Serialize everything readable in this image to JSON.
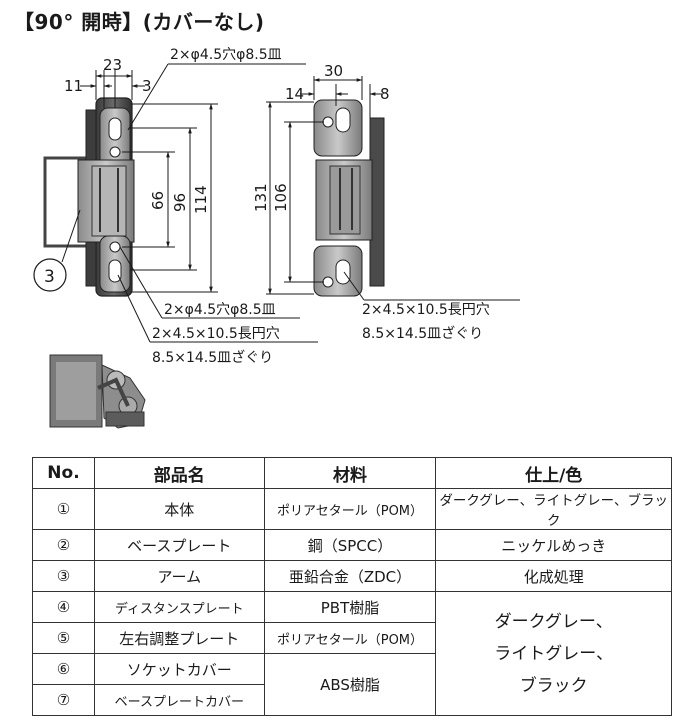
{
  "title": "【90° 開時】(カバーなし)",
  "dims": {
    "d11": "11",
    "d23": "23",
    "d3": "3",
    "d30": "30",
    "d14": "14",
    "d8": "8",
    "d66": "66",
    "d96": "96",
    "d114": "114",
    "d131": "131",
    "d106": "106"
  },
  "notes": {
    "top_holes": "2×φ4.5穴φ8.5皿",
    "bottom_holes": "2×φ4.5穴φ8.5皿",
    "slot_left_1": "2×4.5×10.5長円穴",
    "slot_left_2": "8.5×14.5皿ざぐり",
    "slot_right_1": "2×4.5×10.5長円穴",
    "slot_right_2": "8.5×14.5皿ざぐり",
    "callout": "3"
  },
  "table": {
    "headers": [
      "No.",
      "部品名",
      "材料",
      "仕上/色"
    ],
    "rows": [
      {
        "no": "①",
        "name": "本体",
        "material": "ポリアセタール（POM）",
        "finish": "ダークグレー、ライトグレー、ブラック"
      },
      {
        "no": "②",
        "name": "ベースプレート",
        "material": "鋼（SPCC）",
        "finish": "ニッケルめっき"
      },
      {
        "no": "③",
        "name": "アーム",
        "material": "亜鉛合金（ZDC）",
        "finish": "化成処理"
      },
      {
        "no": "④",
        "name": "ディスタンスプレート",
        "material": "PBT樹脂",
        "finish": ""
      },
      {
        "no": "⑤",
        "name": "左右調整プレート",
        "material": "ポリアセタール（POM）",
        "finish": ""
      },
      {
        "no": "⑥",
        "name": "ソケットカバー",
        "material": "ABS樹脂",
        "finish": ""
      },
      {
        "no": "⑦",
        "name": "ベースプレートカバー",
        "material": "",
        "finish": ""
      }
    ],
    "merged_finish": [
      "ダークグレー、",
      "ライトグレー、",
      "ブラック"
    ]
  }
}
